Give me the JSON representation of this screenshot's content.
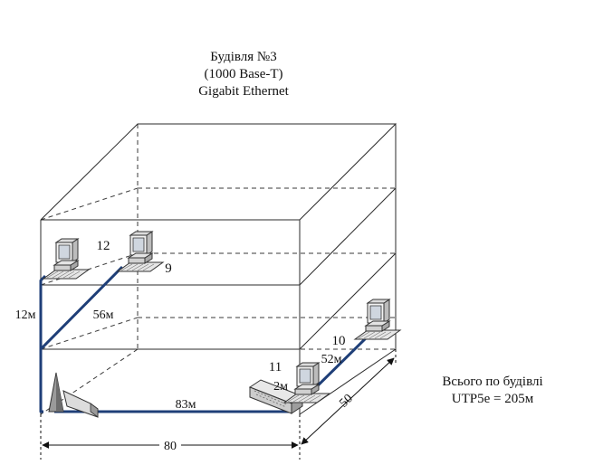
{
  "title": {
    "line1": "Будівля №3",
    "line2": "(1000 Base-T)",
    "line3": "Gigabit Ethernet"
  },
  "labels": {
    "computer_12": "12",
    "computer_9": "9",
    "computer_10": "10",
    "computer_11": "11",
    "cable_12m": "12м",
    "cable_56m": "56м",
    "cable_83m": "83м",
    "cable_52m": "52м",
    "cable_2m": "2м",
    "dimension_width": "80",
    "dimension_depth": "50"
  },
  "summary": {
    "line1": "Всього по будівлі",
    "line2": "UTP5e = 205м"
  },
  "icons": {
    "computer": "desktop-computer-icon",
    "switch": "network-switch-icon",
    "tower": "antenna-tower-icon"
  },
  "colors": {
    "cable": "#1f3f78",
    "lines": "#2b2b2b",
    "background": "#ffffff"
  }
}
